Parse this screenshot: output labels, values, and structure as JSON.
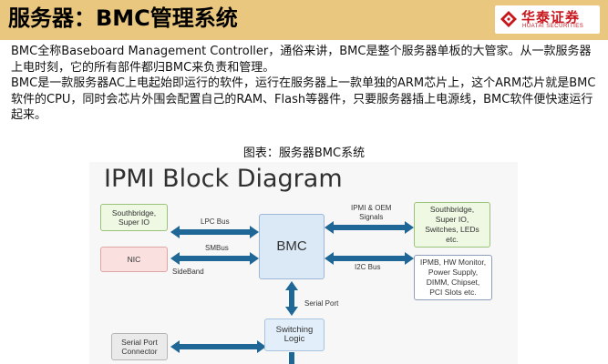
{
  "header": {
    "title": "服务器：BMC管理系统",
    "brand_cn": "华泰证券",
    "brand_en": "HUATAI SECURITIES",
    "background": "#e9c77f",
    "brand_color": "#c8161d"
  },
  "intro": {
    "paragraphs": [
      "BMC全称Baseboard Management Controller，通俗来讲，BMC是整个服务器单板的大管家。从一款服务器上电时刻，它的所有部件都归BMC来负责和管理。",
      "BMC是一款服务器AC上电起始即运行的软件，运行在服务器上一款单独的ARM芯片上，这个ARM芯片就是BMC软件的CPU，同时会芯片外围会配置自己的RAM、Flash等器件，只要服务器插上电源线，BMC软件便快速运行起来。"
    ]
  },
  "figure": {
    "caption": "图表：服务器BMC系统",
    "diagram_title": "IPMI Block Diagram",
    "boxes": {
      "southbridge_left": "Southbridge,\nSuper IO",
      "nic": "NIC",
      "bmc": "BMC",
      "southbridge_right": "Southbridge,\nSuper IO,\nSwitches, LEDs\netc.",
      "monitors": "IPMB, HW Monitor,\nPower Supply,\nDIMM, Chipset,\nPCI Slots etc.",
      "switching_logic": "Switching Logic",
      "serial_connector": "Serial Port\nConnector"
    },
    "labels": {
      "lpc_bus": "LPC Bus",
      "smbus": "SMBus",
      "sideband": "SideBand",
      "ipmi_oem": "IPMI & OEM\nSignals",
      "i2c_bus": "I2C Bus",
      "serial_port": "Serial Port"
    },
    "arrow_color": "#1f6797"
  }
}
